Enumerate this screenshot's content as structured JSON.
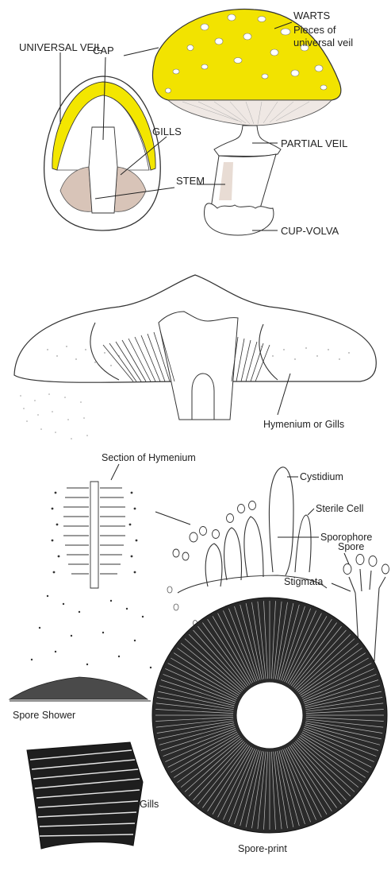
{
  "colors": {
    "cap_yellow": "#f2e300",
    "veil_yellow": "#f3e600",
    "gill_pink": "#d8c4b8",
    "ink": "#333333",
    "print_dark": "#2a2a2a"
  },
  "anatomy": {
    "universal_veil": "UNIVERSAL VEIL",
    "cap": "CAP",
    "gills": "GILLS",
    "stem": "STEM",
    "warts": "WARTS",
    "warts_note_1": "Pieces of",
    "warts_note_2": "universal veil",
    "partial_veil": "PARTIAL VEIL",
    "cup_volva": "CUP-VOLVA"
  },
  "section": {
    "hymenium_or_gills": "Hymenium or Gills",
    "section_of_hymenium": "Section of Hymenium",
    "cystidium": "Cystidium",
    "sterile_cell": "Sterile Cell",
    "sporophore": "Sporophore",
    "spore": "Spore",
    "stigmata": "Stigmata",
    "spore_shower": "Spore Shower",
    "gills": "Gills",
    "spore_print": "Spore-print"
  }
}
